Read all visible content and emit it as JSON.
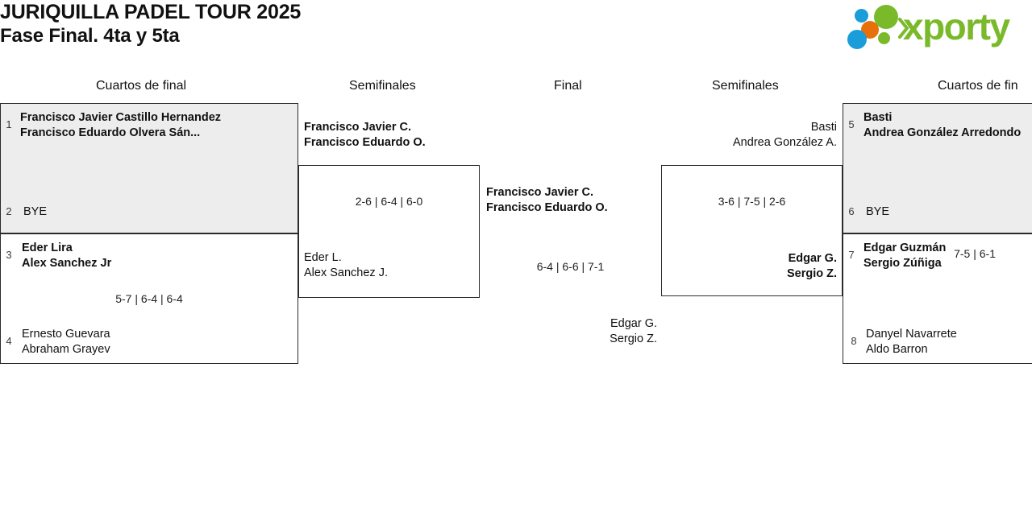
{
  "header": {
    "title_line1": "JURIQUILLA PADEL TOUR 2025",
    "title_line2": "Fase Final. 4ta y 5ta",
    "logo_text": "xporty"
  },
  "rounds": [
    {
      "label": "Cuartos de final"
    },
    {
      "label": "Semifinales"
    },
    {
      "label": "Final"
    },
    {
      "label": "Semifinales"
    },
    {
      "label": "Cuartos de fin"
    }
  ],
  "left_quarterfinals": [
    {
      "top_seed": "1",
      "top_name_line1": "Francisco Javier Castillo Hernandez",
      "top_name_line2": "Francisco Eduardo Olvera Sán...",
      "bottom_seed": "2",
      "bottom_name": "BYE",
      "score": ""
    },
    {
      "top_seed": "3",
      "top_name_line1": "Eder Lira",
      "top_name_line2": "Alex Sanchez Jr",
      "bottom_seed": "4",
      "bottom_name_line1": "Ernesto Guevara",
      "bottom_name_line2": "Abraham Grayev",
      "score": "5-7 | 6-4 | 6-4"
    }
  ],
  "left_semifinal": {
    "top_name_line1": "Francisco Javier C.",
    "top_name_line2": "Francisco Eduardo O.",
    "bottom_name_line1": "Eder L.",
    "bottom_name_line2": "Alex Sanchez J.",
    "score": "2-6 | 6-4 | 6-0"
  },
  "final": {
    "top_name_line1": "Francisco Javier C.",
    "top_name_line2": "Francisco Eduardo O.",
    "bottom_name_line1": "Edgar G.",
    "bottom_name_line2": "Sergio Z.",
    "score": "6-4 | 6-6 | 7-1"
  },
  "right_semifinal": {
    "top_name_line1": "Basti",
    "top_name_line2": "Andrea González A.",
    "bottom_name_line1": "Edgar G.",
    "bottom_name_line2": "Sergio Z.",
    "score": "3-6 | 7-5 | 2-6"
  },
  "right_quarterfinals": [
    {
      "top_seed": "5",
      "top_name_line1": "Basti",
      "top_name_line2": "Andrea González Arredondo",
      "bottom_seed": "6",
      "bottom_name": "BYE",
      "score": ""
    },
    {
      "top_seed": "7",
      "top_name_line1": "Edgar Guzmán",
      "top_name_line2": "Sergio Zúñiga",
      "bottom_seed": "8",
      "bottom_name_line1": "Danyel Navarrete",
      "bottom_name_line2": "Aldo Barron",
      "score": "7-5 | 6-1"
    }
  ],
  "colors": {
    "box_fill_gray": "#ededed",
    "box_border": "#2b2b2b",
    "logo_green": "#7ab929",
    "logo_blue": "#1b9dd9",
    "logo_orange": "#e8700a"
  }
}
